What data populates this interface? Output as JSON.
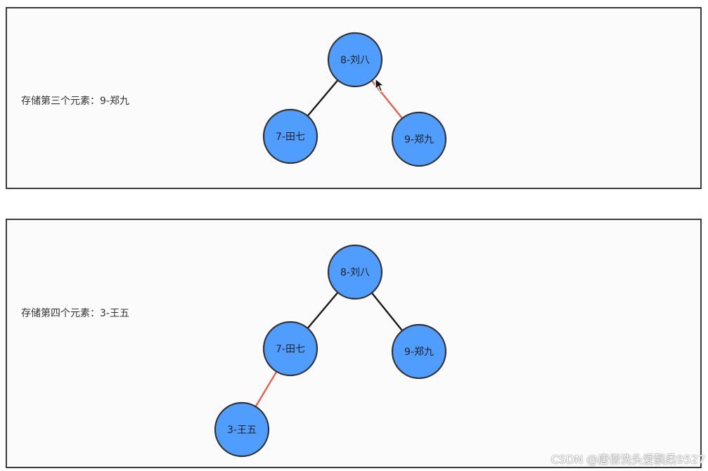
{
  "colors": {
    "node_fill": "#4f9eff",
    "node_stroke": "#333333",
    "edge_normal": "#1a1a1a",
    "edge_new": "#e8604c",
    "panel_border": "#3a3a3a"
  },
  "panels": [
    {
      "caption": "存储第三个元素：9-郑九",
      "nodes": [
        {
          "id": "n8",
          "label": "8-刘八"
        },
        {
          "id": "n7",
          "label": "7-田七"
        },
        {
          "id": "n9",
          "label": "9-郑九"
        }
      ],
      "edges": [
        {
          "from": "n8",
          "to": "n7",
          "type": "normal"
        },
        {
          "from": "n8",
          "to": "n9",
          "type": "new"
        }
      ]
    },
    {
      "caption": "存储第四个元素：3-王五",
      "nodes": [
        {
          "id": "n8",
          "label": "8-刘八"
        },
        {
          "id": "n7",
          "label": "7-田七"
        },
        {
          "id": "n9",
          "label": "9-郑九"
        },
        {
          "id": "n3",
          "label": "3-王五"
        }
      ],
      "edges": [
        {
          "from": "n8",
          "to": "n7",
          "type": "normal"
        },
        {
          "from": "n8",
          "to": "n9",
          "type": "normal"
        },
        {
          "from": "n7",
          "to": "n3",
          "type": "new"
        }
      ]
    }
  ],
  "watermark": "CSDN @唐僧洗头爱飘柔9527",
  "cursor_icon": "mouse-pointer-icon"
}
